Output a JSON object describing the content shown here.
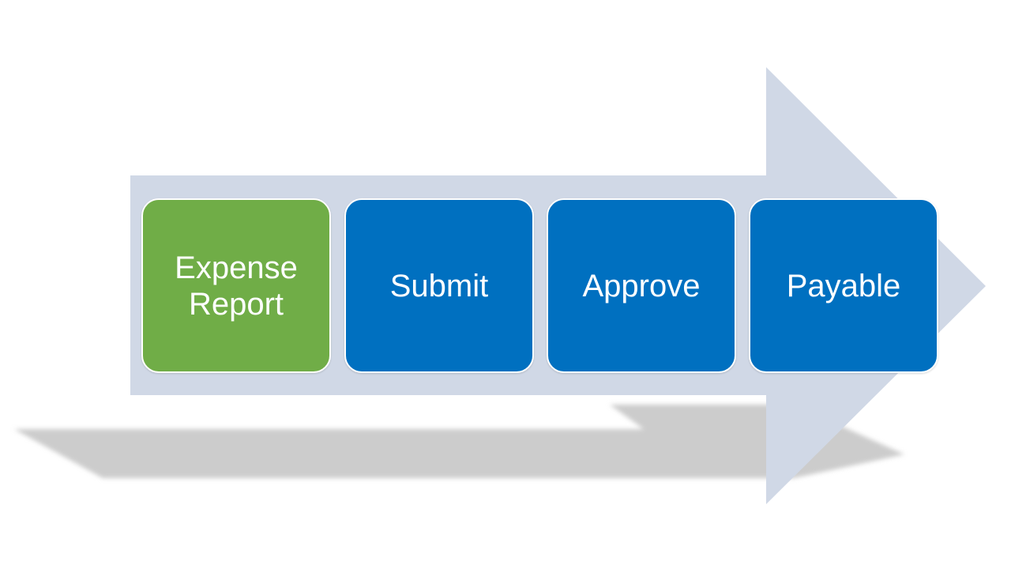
{
  "diagram": {
    "steps": [
      {
        "label": "Expense Report",
        "color": "#70ad47"
      },
      {
        "label": "Submit",
        "color": "#0070c0"
      },
      {
        "label": "Approve",
        "color": "#0070c0"
      },
      {
        "label": "Payable",
        "color": "#0070c0"
      }
    ],
    "arrow_color": "#d0d8e6",
    "shadow_color": "#cccccc"
  }
}
